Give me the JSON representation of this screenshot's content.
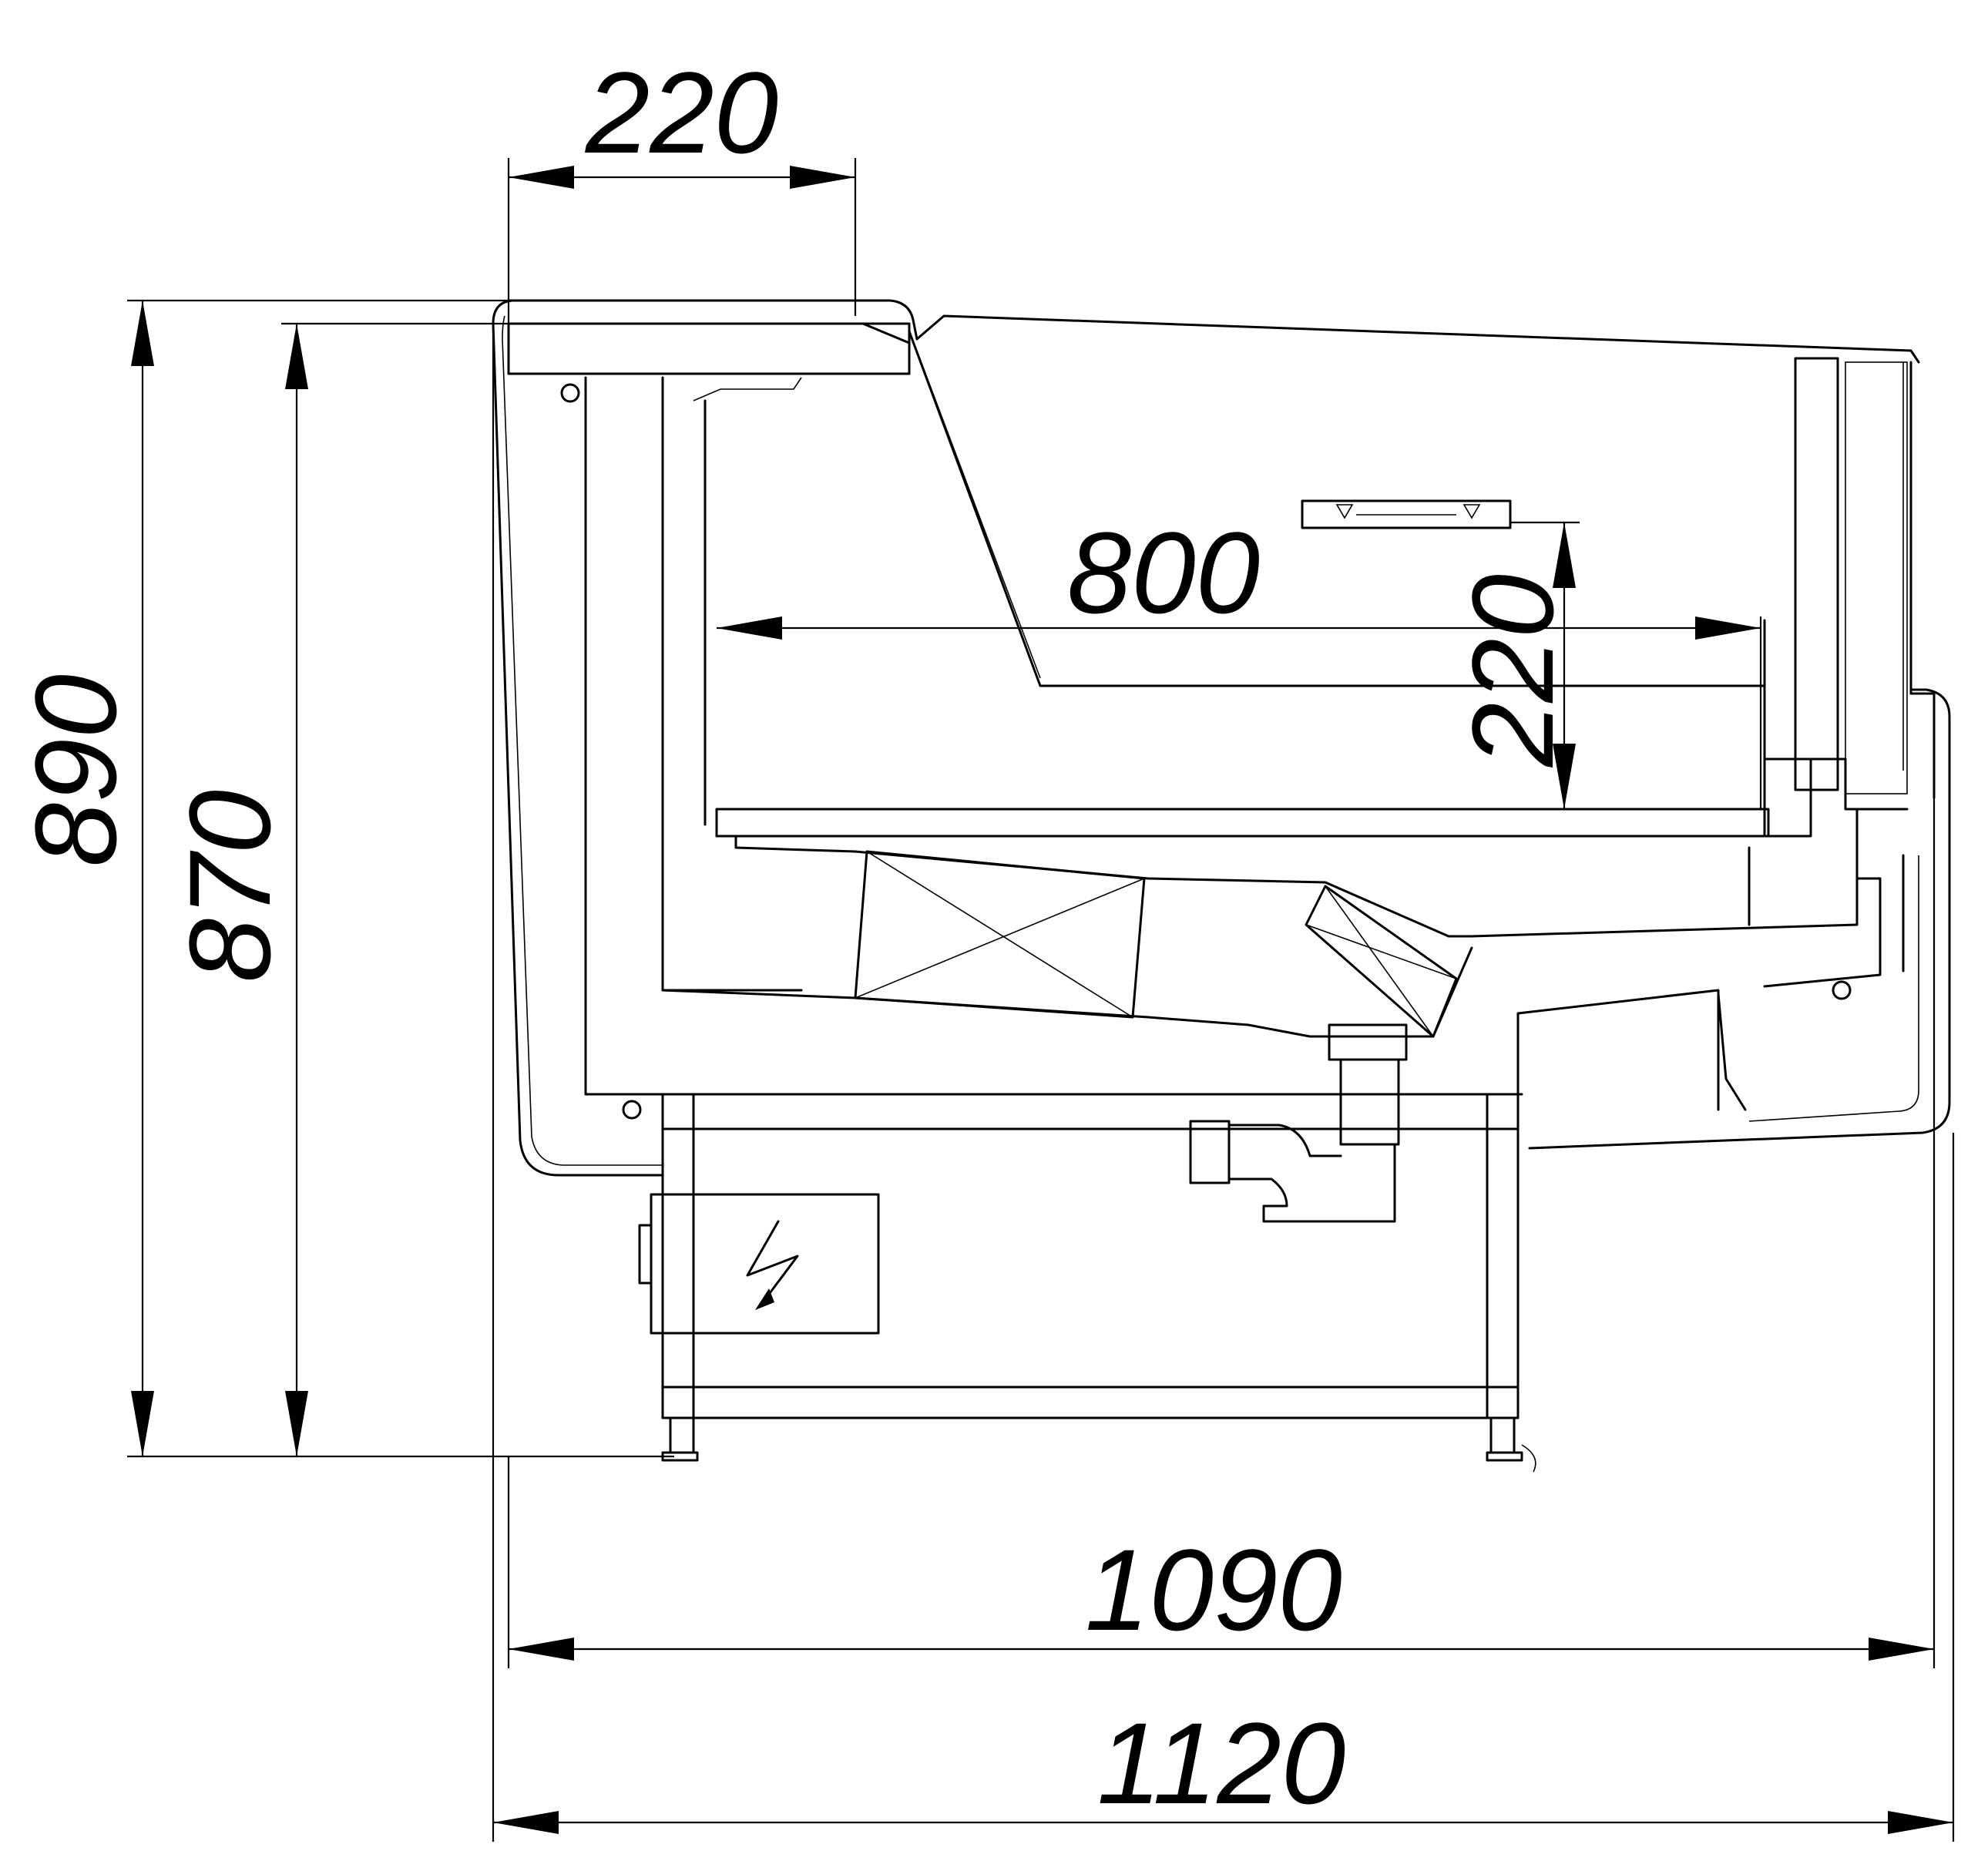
{
  "dimensions": {
    "top_shelf_width": "220",
    "tray_length": "800",
    "tray_depth": "220",
    "total_height": "890",
    "counter_height": "870",
    "body_width": "1090",
    "total_width": "1120"
  },
  "colors": {
    "line": "#000000",
    "background": "#ffffff"
  },
  "icons": {
    "electrical_box": "lightning-bolt-icon"
  }
}
